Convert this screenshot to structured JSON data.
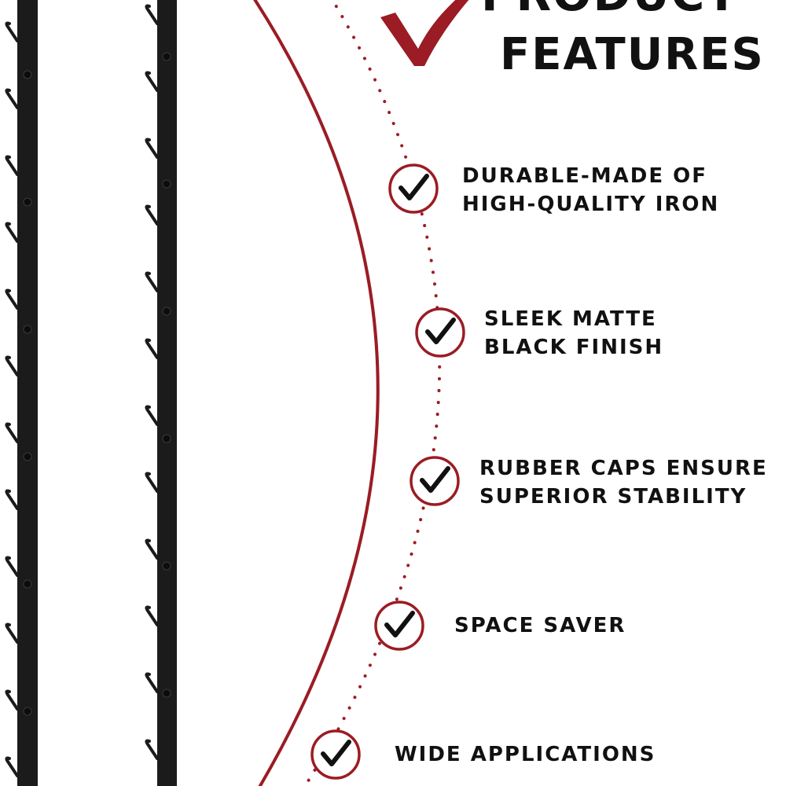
{
  "heading": {
    "line1": "PRODUCT",
    "line2": "FEATURES"
  },
  "colors": {
    "accent": "#9b1c24",
    "text": "#111111",
    "rack": "#1b1b1b",
    "background": "#ffffff"
  },
  "icons": {
    "heading_mark": "checkmark-icon",
    "feature_badge": "check-circle-icon"
  },
  "features": [
    {
      "label": "DURABLE-MADE OF\nHIGH-QUALITY IRON"
    },
    {
      "label": "SLEEK MATTE\nBLACK FINISH"
    },
    {
      "label": "RUBBER CAPS ENSURE\nSUPERIOR STABILITY"
    },
    {
      "label": "SPACE SAVER"
    },
    {
      "label": "WIDE APPLICATIONS"
    }
  ]
}
